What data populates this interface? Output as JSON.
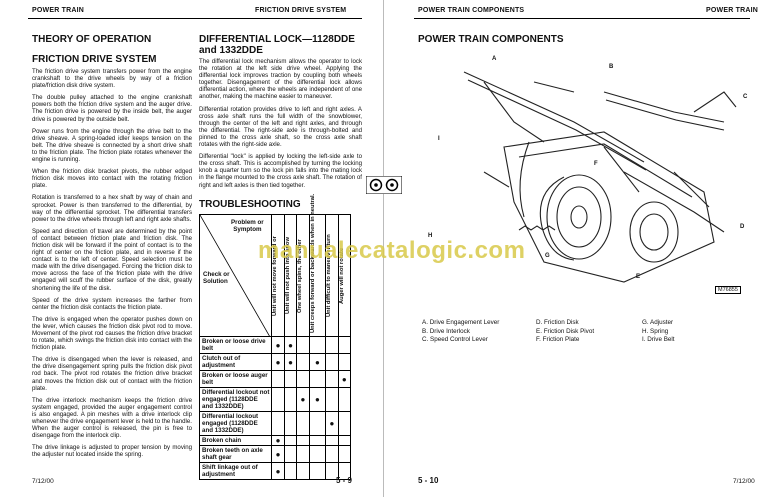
{
  "left_page": {
    "header_left": "POWER TRAIN",
    "header_right": "FRICTION DRIVE SYSTEM",
    "section_title": "THEORY OF OPERATION",
    "subsection_title": "FRICTION DRIVE SYSTEM",
    "paragraphs": [
      "The friction drive system transfers power from the engine crankshaft to the drive wheels by way of a friction plate/friction disk drive system.",
      "The double pulley attached to the engine crankshaft powers both the friction drive system and the auger drive. The friction drive is powered by the inside belt, the auger drive is powered by the outside belt.",
      "Power runs from the engine through the drive belt to the drive sheave. A spring-loaded idler keeps tension on the belt. The drive sheave is connected by a short drive shaft to the friction plate. The friction plate rotates whenever the engine is running.",
      "When the friction disk bracket pivots, the rubber edged friction disk moves into contact with the rotating friction plate.",
      "Rotation is transferred to a hex shaft by way of chain and sprocket. Power is then transferred to the differential, by way of the differential sprocket. The differential transfers power to the drive wheels through left and right axle shafts.",
      "Speed and direction of travel are determined by the point of contact between friction plate and friction disk. The friction disk will be forward if the point of contact is to the right of center on the friction plate, and in reverse if the contact is to the left of center. Speed selection must be made with the drive disengaged. Forcing the friction disk to move across the face of the friction plate with the drive engaged will scuff the rubber surface of the disk, greatly shortening the life of the disk.",
      "Speed of the drive system increases the farther from center the friction disk contacts the friction plate.",
      "The drive is engaged when the operator pushes down on the lever, which causes the friction disk pivot rod to move. Movement of the pivot rod causes the friction drive bracket to rotate, which swings the friction disk into contact with the friction plate.",
      "The drive is disengaged when the lever is released, and the drive disengagement spring pulls the friction disk pivot rod back. The pivot rod rotates the friction drive bracket and moves the friction disk out of contact with the friction plate.",
      "The drive interlock mechanism keeps the friction drive system engaged, provided the auger engagement control is also engaged. A pin meshes with a drive interlock clip whenever the drive engagement lever is held to the handle. When the auger control is released, the pin is free to disengage from the interlock clip.",
      "The drive linkage is adjusted to proper tension by moving the adjuster nut located inside the spring."
    ],
    "diff_title": "DIFFERENTIAL LOCK—1128DDE and 1332DDE",
    "diff_paragraphs": [
      "The differential lock mechanism allows the operator to lock the rotation at the left side drive wheel. Applying the differential lock improves traction by coupling both wheels together. Disengagement of the differential lock allows differential action, where the wheels are independent of one another, making the machine easier to maneuver.",
      "Differential rotation provides drive to left and right axles. A cross axle shaft runs the full width of the snowblower, through the center of the left and right axles, and through the differential. The right-side axle is through-bolted and pinned to the cross axle shaft, so the cross axle shaft rotates with the right-side axle.",
      "Differential \"lock\" is applied by locking the left-side axle to the cross shaft. This is accomplished by turning the locking knob a quarter turn so the lock pin falls into the mating lock in the flange mounted to the cross axle shaft. The rotation of right and left axles is then tied together."
    ],
    "troubleshooting_title": "TROUBLESHOOTING",
    "table": {
      "corner_top": "Problem or Symptom",
      "corner_bottom": "Check or Solution",
      "symptoms": [
        "Unit will not move forward or",
        "Unit will not push into snow",
        "One wheel spins, the other",
        "Unit creeps forward or backwards when in neutral.",
        "Unit difficult to maneuver/turn",
        "Auger will not rotate"
      ],
      "rows": [
        {
          "label": "Broken or loose drive belt",
          "marks": [
            "●",
            "●",
            "",
            "",
            "",
            ""
          ]
        },
        {
          "label": "Clutch out of adjustment",
          "marks": [
            "●",
            "●",
            "",
            "●",
            "",
            ""
          ]
        },
        {
          "label": "Broken or loose auger belt",
          "marks": [
            "",
            "",
            "",
            "",
            "",
            "●"
          ]
        },
        {
          "label": "Differential lockout not engaged (1128DDE and 1332DDE)",
          "marks": [
            "",
            "",
            "●",
            "●",
            "",
            ""
          ]
        },
        {
          "label": "Differential lockout engaged (1128DDE and 1332DDE)",
          "marks": [
            "",
            "",
            "",
            "",
            "●",
            ""
          ]
        },
        {
          "label": "Broken chain",
          "marks": [
            "●",
            "",
            "",
            "",
            "",
            ""
          ]
        },
        {
          "label": "Broken teeth on axle shaft gear",
          "marks": [
            "●",
            "",
            "",
            "",
            "",
            ""
          ]
        },
        {
          "label": "Shift linkage out of adjustment",
          "marks": [
            "●",
            "",
            "",
            "",
            "",
            ""
          ]
        }
      ]
    },
    "footer_date": "7/12/00",
    "page_number": "5 - 9"
  },
  "right_page": {
    "header_left": "POWER TRAIN COMPONENTS",
    "header_right": "POWER TRAIN",
    "title": "POWER TRAIN COMPONENTS",
    "figure_id": "M76855",
    "callouts": [
      "A",
      "B",
      "C",
      "D",
      "E",
      "F",
      "G",
      "H",
      "I"
    ],
    "legend": [
      [
        "A. Drive Engagement Lever",
        "D. Friction Disk",
        "G. Adjuster"
      ],
      [
        "B. Drive Interlock",
        "E. Friction Disk Pivot",
        "H. Spring"
      ],
      [
        "C. Speed Control Lever",
        "F. Friction Plate",
        "I. Drive Belt"
      ]
    ],
    "footer_date": "7/12/00",
    "page_number": "5 - 10"
  },
  "watermark": "manualecatalogic.com",
  "icon": "gear-pair-icon"
}
